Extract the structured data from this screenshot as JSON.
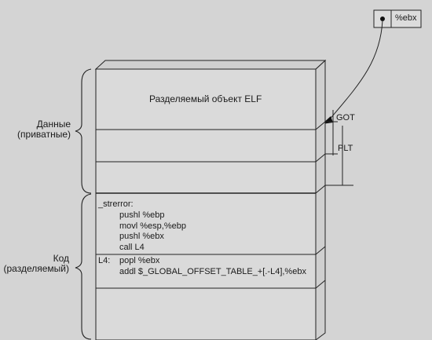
{
  "register_box": {
    "label": "%ebx"
  },
  "segment_title": "Разделяемый объект ELF",
  "labels": {
    "got": "GOT",
    "plt": "PLT",
    "data_line1": "Данные",
    "data_line2": "(приватные)",
    "code_line1": "Код",
    "code_line2": "(разделяемый)"
  },
  "code": {
    "func_label": "_strerror:",
    "lines1": [
      "pushl %ebp",
      "movl %esp,%ebp",
      "pushl %ebx",
      "call L4"
    ],
    "l4_label": "L4:",
    "lines2": [
      "popl %ebx",
      "addl $_GLOBAL_OFFSET_TABLE_+[.-L4],%ebx"
    ]
  }
}
